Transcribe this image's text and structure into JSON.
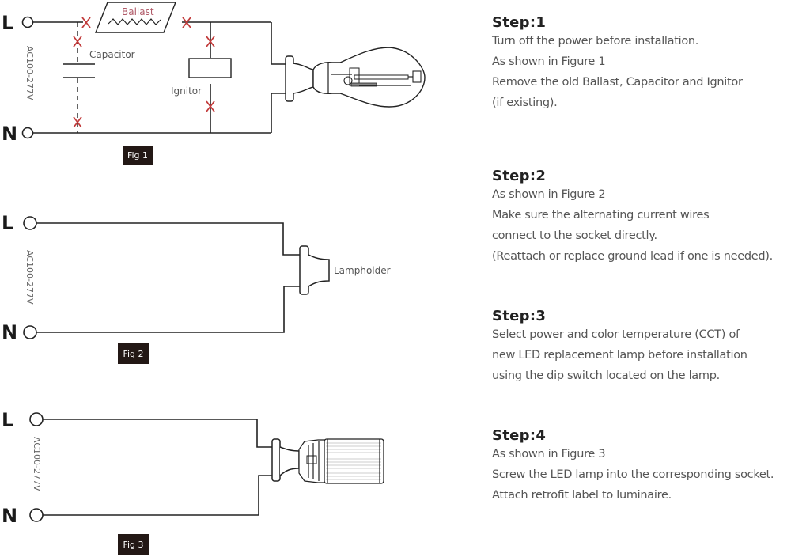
{
  "figures": [
    {
      "caption": "Fig 1",
      "line_label": "L",
      "neutral_label": "N",
      "voltage": "AC100-277V",
      "components": {
        "ballast": "Ballast",
        "capacitor": "Capacitor",
        "ignitor": "Ignitor"
      },
      "lamp": "HID bulb"
    },
    {
      "caption": "Fig 2",
      "line_label": "L",
      "neutral_label": "N",
      "voltage": "AC100-277V",
      "components": {
        "lampholder": "Lampholder"
      }
    },
    {
      "caption": "Fig 3",
      "line_label": "L",
      "neutral_label": "N",
      "voltage": "AC100-277V",
      "lamp": "LED corn lamp"
    }
  ],
  "colors": {
    "removal_mark": "#c23b3b",
    "ballast_text": "#b05a68",
    "caption_bg": "#231815"
  },
  "steps": [
    {
      "title": "Step:1",
      "lines": [
        "Turn off the power before installation.",
        "As shown in Figure 1",
        "Remove the old Ballast, Capacitor and Ignitor",
        "(if existing)."
      ]
    },
    {
      "title": "Step:2",
      "lines": [
        "As shown in Figure 2",
        "Make sure the alternating current wires",
        "connect to the socket directly.",
        "(Reattach or replace ground lead if one is needed)."
      ]
    },
    {
      "title": "Step:3",
      "lines": [
        "Select power and color temperature (CCT) of",
        "new LED replacement lamp before installation",
        "using the dip switch located on the lamp."
      ]
    },
    {
      "title": "Step:4",
      "lines": [
        "As shown in Figure 3",
        "Screw the LED lamp into the corresponding socket.",
        "Attach retrofit label to luminaire."
      ]
    }
  ]
}
